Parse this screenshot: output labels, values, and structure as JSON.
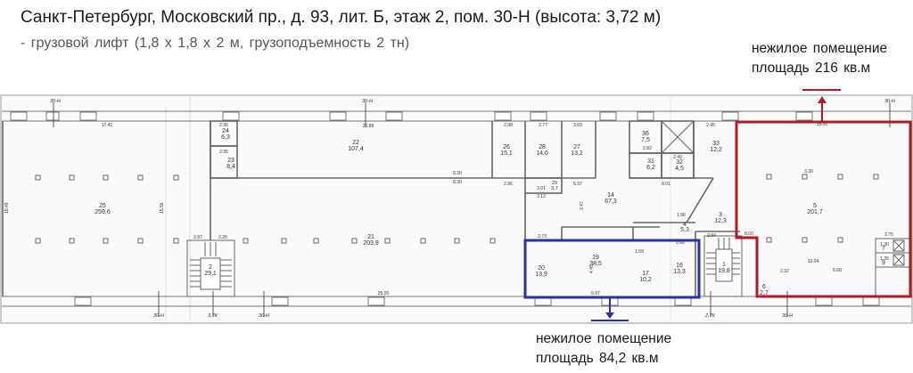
{
  "header": {
    "title": "Санкт-Петербург, Московский пр., д. 93, лит. Б, этаж 2, пом. 30-Н (высота: 3,72 м)",
    "subtitle": "- грузовой лифт (1,8 х 1,8 х 2 м, грузоподъемность 2 тн)"
  },
  "callouts": {
    "red": {
      "line1": "нежилое помещение",
      "line2": "площадь 216 кв.м",
      "color": "#b01c22"
    },
    "blue": {
      "line1": "нежилое помещение",
      "line2": "площадь 84,2 кв.м",
      "color": "#2b2fa8"
    }
  },
  "plan": {
    "axis_marks": {
      "top_a": "30-Н",
      "top_b": "30-Н",
      "top_c": "30-Н",
      "bottom_a": "30-Н",
      "bottom_b": "3,7К",
      "bottom_c": "30-Н",
      "bottom_d": "2,7К",
      "bottom_e": "30-Н"
    },
    "rooms": {
      "r25": {
        "num": "25",
        "area": "259,6"
      },
      "r24": {
        "num": "24",
        "area": "6,3"
      },
      "r23": {
        "num": "23",
        "area": "8,4"
      },
      "r22": {
        "num": "22",
        "area": "107,4"
      },
      "r21": {
        "num": "21",
        "area": "203,9"
      },
      "r2": {
        "num": "2",
        "area": "29,1"
      },
      "r26": {
        "num": "26",
        "area": "15,1"
      },
      "r28": {
        "num": "28",
        "area": "14,0"
      },
      "r27": {
        "num": "27",
        "area": "13,2"
      },
      "r29": {
        "num": "29",
        "area": "3,7"
      },
      "r14": {
        "num": "14",
        "area": "67,3"
      },
      "r36": {
        "num": "36",
        "area": "7,5"
      },
      "r31": {
        "num": "31",
        "area": "6,2"
      },
      "r32": {
        "num": "32",
        "area": "4,5"
      },
      "r33": {
        "num": "33",
        "area": "12,2"
      },
      "r3": {
        "num": "3",
        "area": "12,3"
      },
      "r4": {
        "num": "4",
        "area": "5,3"
      },
      "r20": {
        "num": "20",
        "area": "13,9"
      },
      "r19": {
        "num": "19",
        "area": "38,5"
      },
      "r17": {
        "num": "17",
        "area": "10,2"
      },
      "r16": {
        "num": "16",
        "area": "13,3"
      },
      "r1": {
        "num": "1",
        "area": "19,8"
      },
      "r5": {
        "num": "5",
        "area": "201,7"
      },
      "r6": {
        "num": "6",
        "area": "2,7"
      },
      "r7": {
        "num": "7"
      },
      "r9": {
        "num": "9"
      }
    },
    "dims": {
      "d1741": "17.41",
      "d1549": "15.49",
      "d1556": "15.56",
      "d295a": "2.95",
      "d295b": "2.95",
      "d2088": "20.88",
      "d830a": "8.30",
      "d830b": "8.30",
      "d287": "2.87",
      "d226": "2.26",
      "d2500": "25.00",
      "d298": "2.98",
      "d277": "2.77",
      "d369": "3.69",
      "d296": "2.96",
      "d301": "3.01",
      "d312": "3.12",
      "d597": "5.97",
      "d347": "3.47",
      "d273": "2.73",
      "d445": "4.45",
      "d597b": "5.97",
      "d260": "2.60",
      "d159": "1.59",
      "d282": "2.82",
      "d249": "2.49",
      "d801": "8.01",
      "d245": "2.45",
      "d1500": "15.00",
      "d330": "3.30",
      "d1004": "10.04",
      "d668": "6.68",
      "d232": "2.32",
      "d275": "2.75",
      "d800": "8.00",
      "d130": "1.30",
      "d135": "1.35",
      "d294": "2.94",
      "d196": "1.96"
    }
  }
}
